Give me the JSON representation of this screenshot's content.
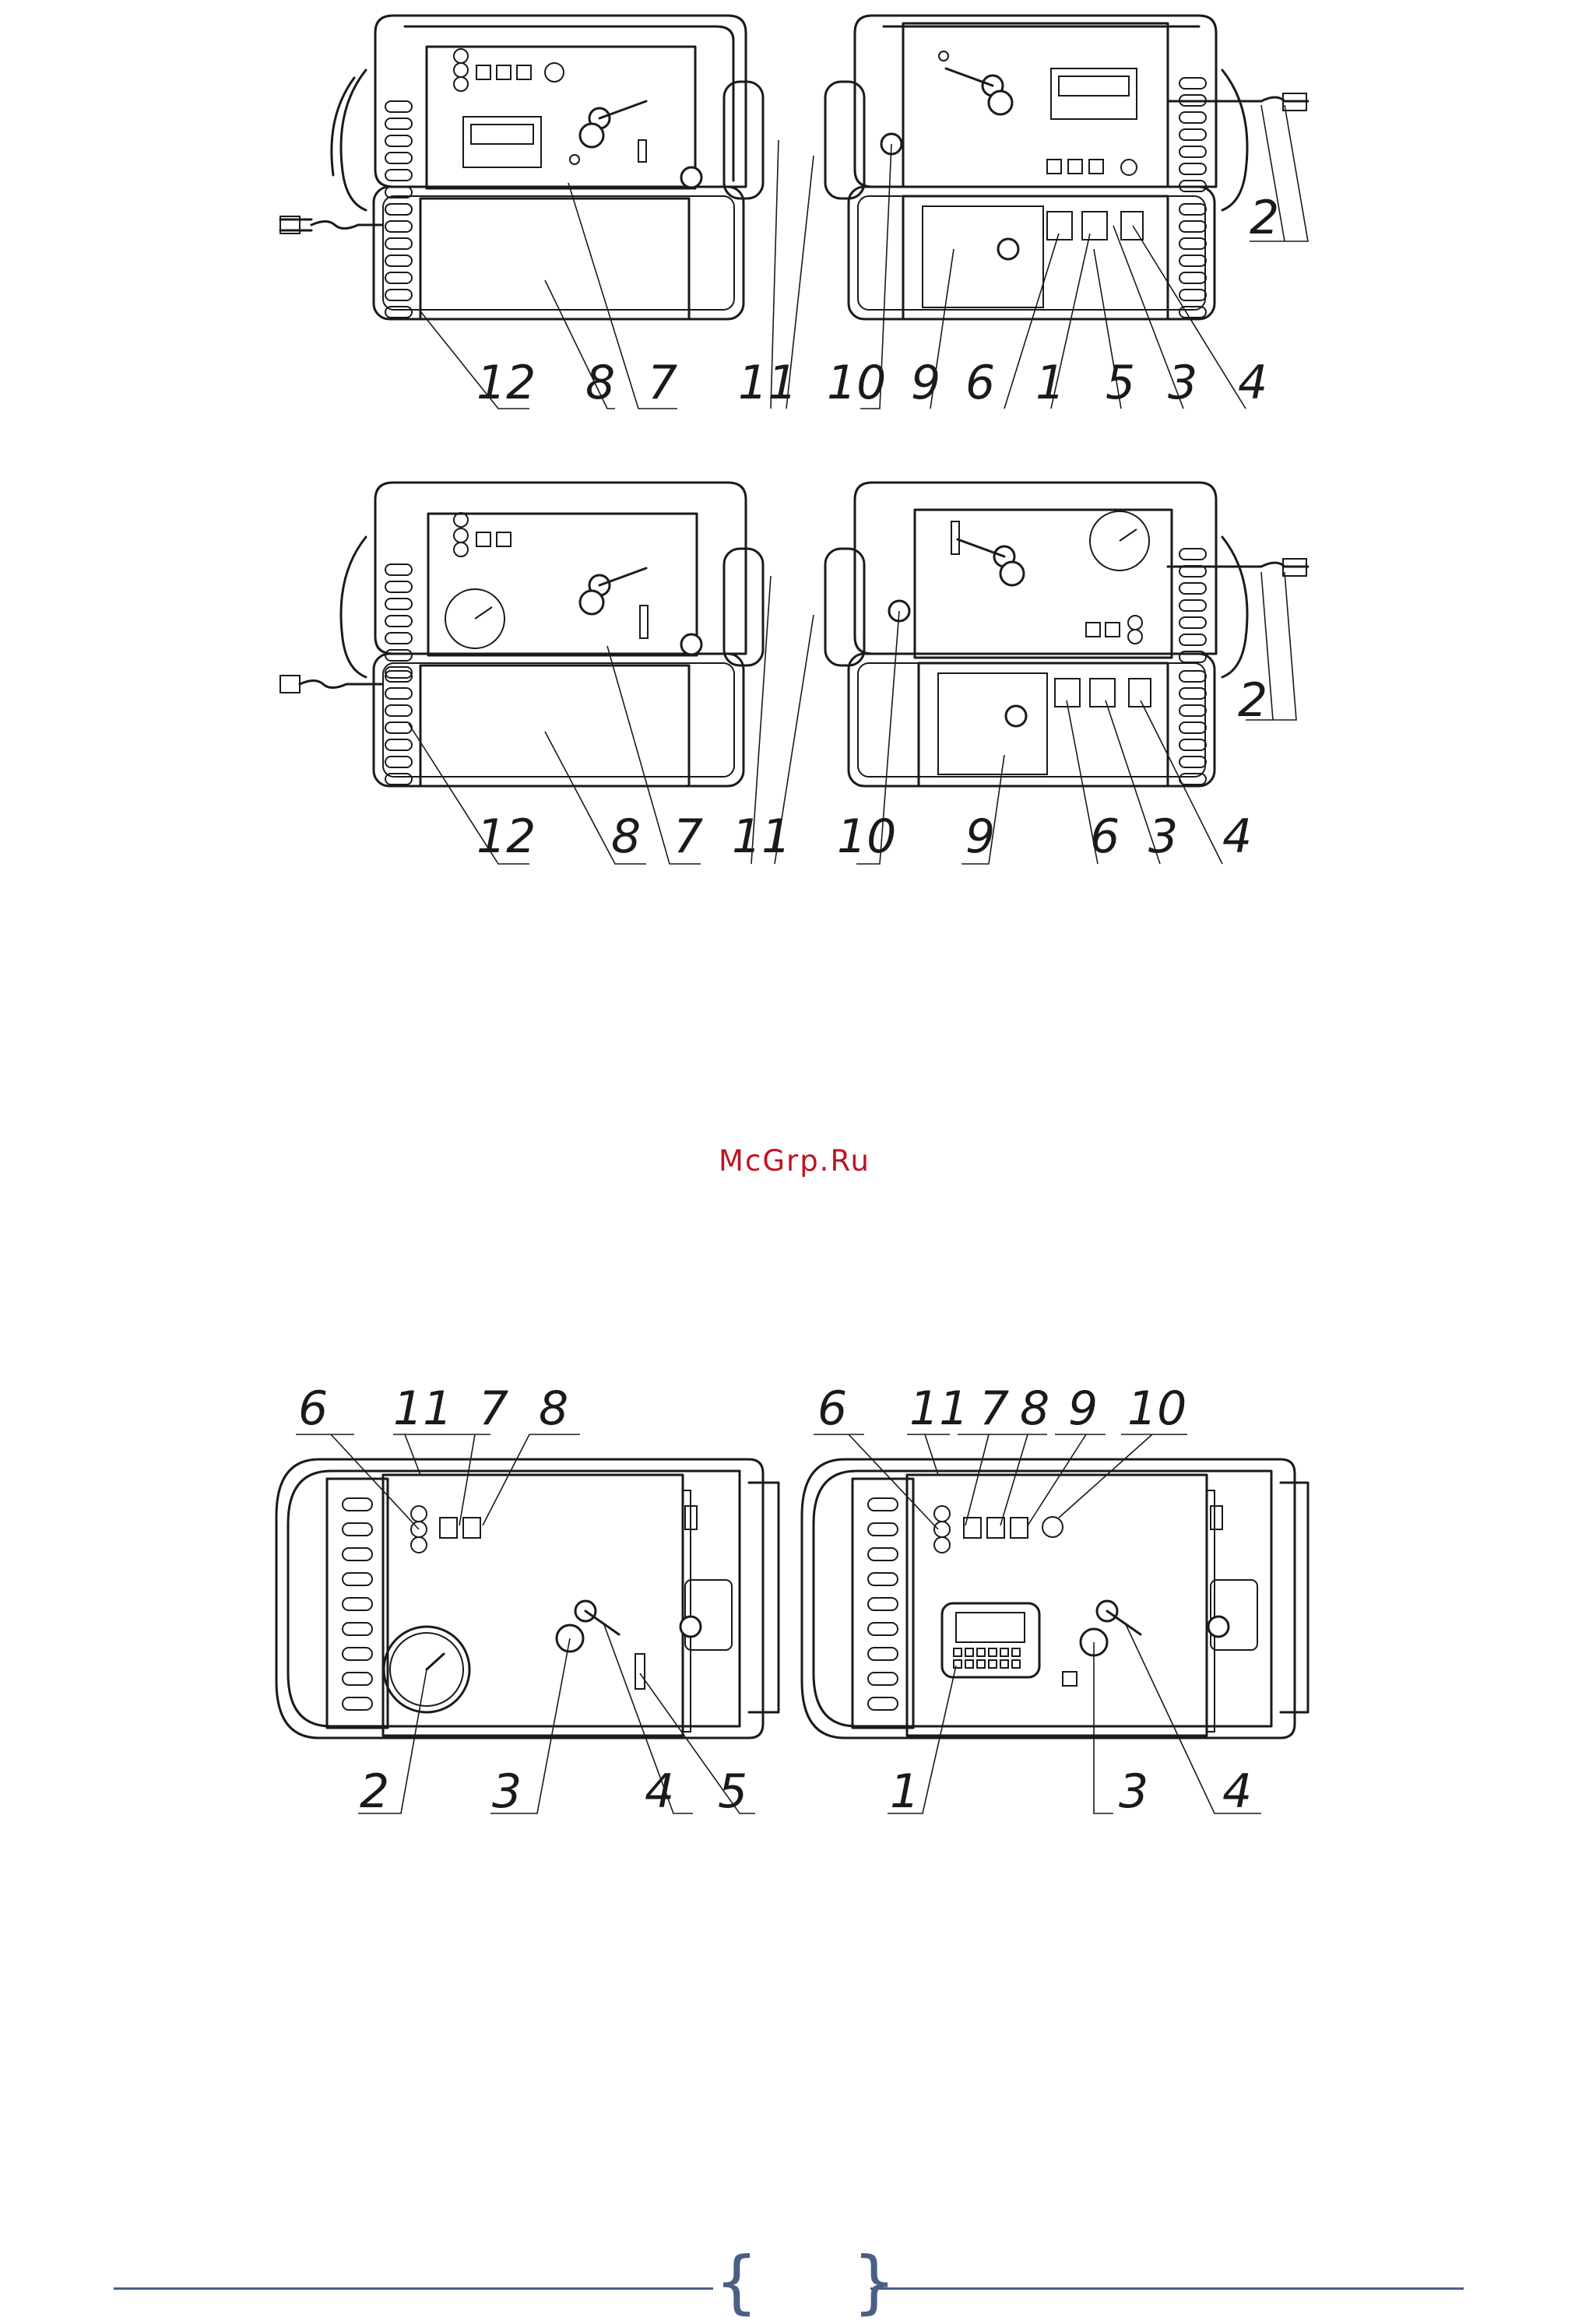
{
  "watermark": "McGrp.Ru",
  "colors": {
    "watermark": "#c0131f",
    "footer": "#4a5f86",
    "ink": "#1a1a1a"
  },
  "footer": {
    "brace_left": "{",
    "brace_right": "}"
  },
  "figures": {
    "top_left": {
      "labels": [
        "12",
        "8",
        "7",
        "11"
      ]
    },
    "top_right": {
      "labels": [
        "10",
        "9",
        "6",
        "1",
        "5",
        "3",
        "4",
        "2"
      ]
    },
    "mid_left": {
      "labels": [
        "12",
        "8",
        "7",
        "11"
      ]
    },
    "mid_right": {
      "labels": [
        "10",
        "9",
        "6",
        "3",
        "4",
        "2"
      ]
    },
    "bottom_left": {
      "top_labels": [
        "6",
        "11",
        "7",
        "8"
      ],
      "bottom_labels": [
        "2",
        "3",
        "4",
        "5"
      ]
    },
    "bottom_right": {
      "top_labels": [
        "6",
        "11",
        "7",
        "8",
        "9",
        "10"
      ],
      "bottom_labels": [
        "1",
        "3",
        "4"
      ]
    }
  }
}
